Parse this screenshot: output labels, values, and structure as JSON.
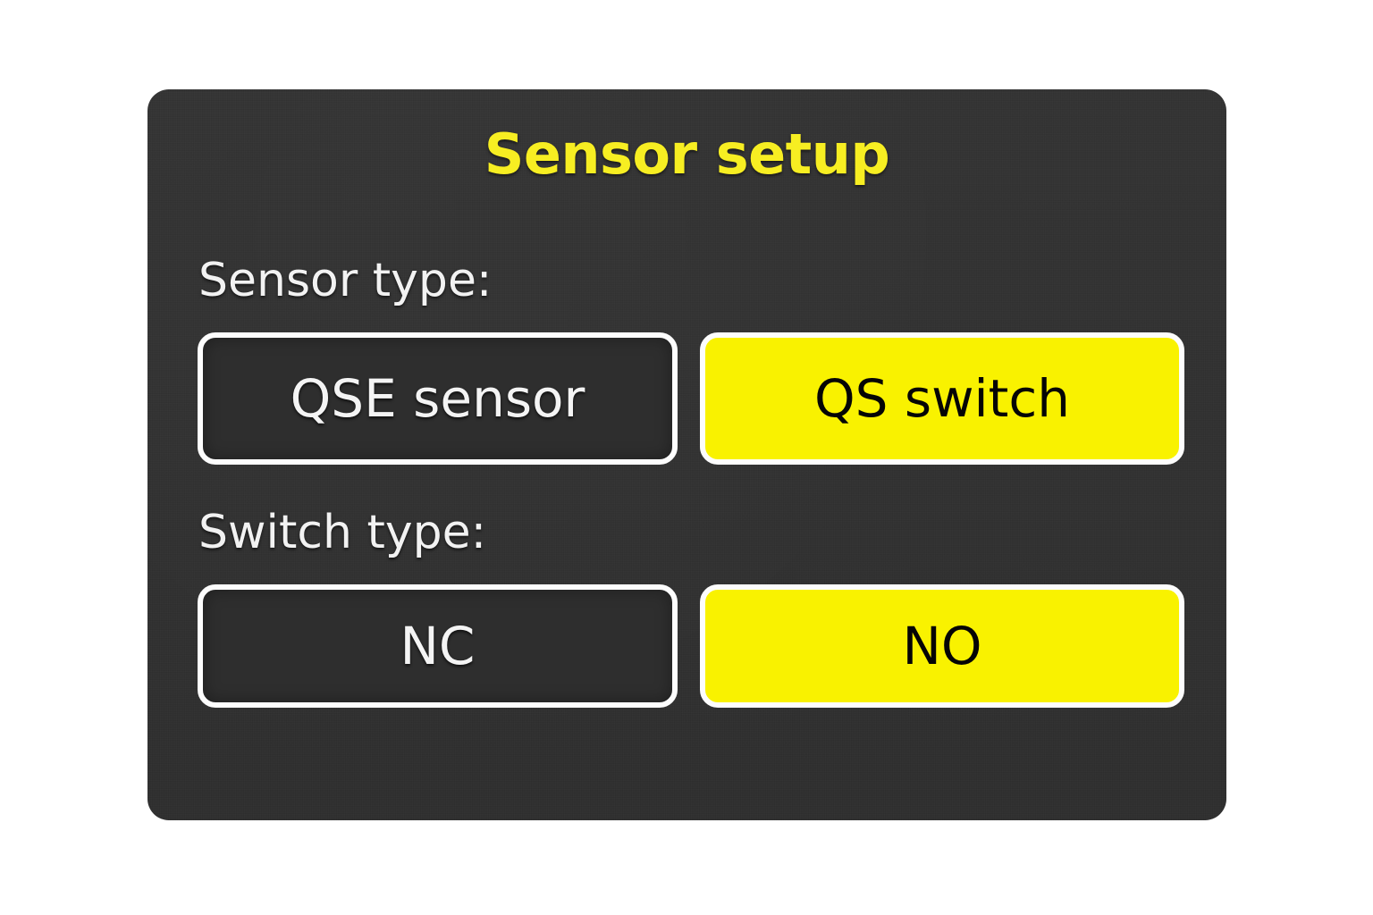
{
  "dialog": {
    "title": "Sensor setup",
    "accent_color": "#f7ee22",
    "panel_color": "#313131",
    "selected_color": "#f9f200",
    "border_color": "#fdfdfd",
    "label_color": "#f2f2f2"
  },
  "sections": [
    {
      "key": "sensor_type",
      "label": "Sensor type:",
      "options": [
        {
          "label": "QSE sensor",
          "selected": false
        },
        {
          "label": "QS switch",
          "selected": true
        }
      ]
    },
    {
      "key": "switch_type",
      "label": "Switch type:",
      "options": [
        {
          "label": "NC",
          "selected": false
        },
        {
          "label": "NO",
          "selected": true
        }
      ]
    }
  ]
}
